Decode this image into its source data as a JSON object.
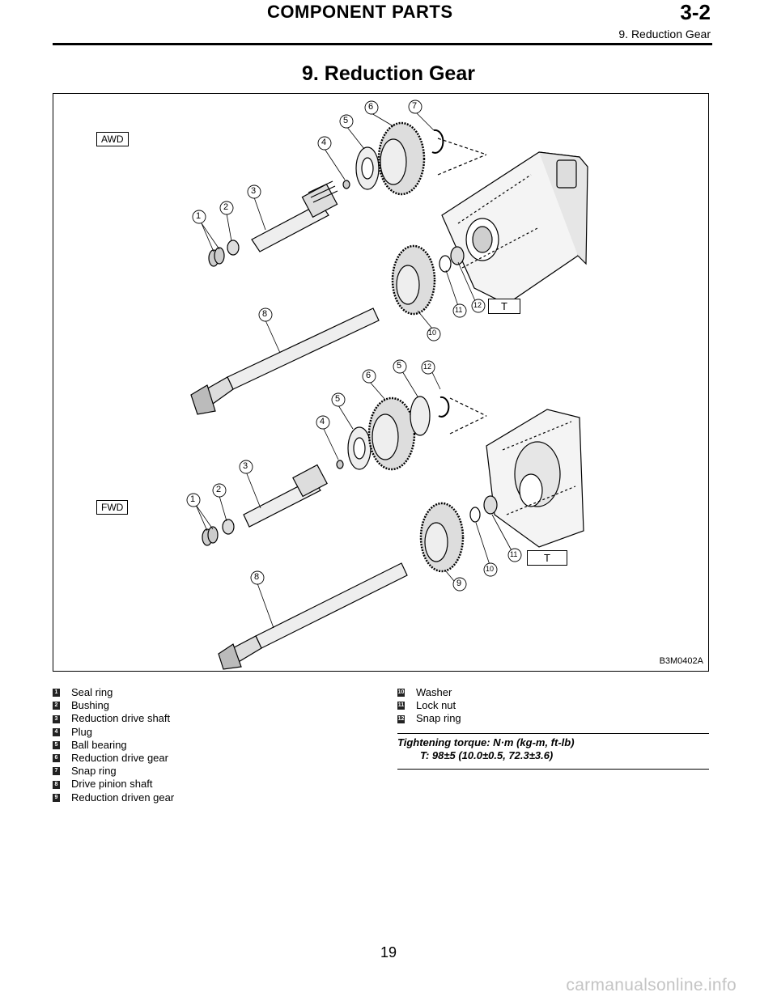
{
  "header": {
    "title": "COMPONENT PARTS",
    "section": "3-2",
    "subsection": "9. Reduction Gear"
  },
  "page_title": "9. Reduction Gear",
  "figure": {
    "code": "B3M0402A",
    "variant_labels": [
      "AWD",
      "FWD"
    ],
    "torque_marker": "T",
    "callouts": [
      "1",
      "2",
      "3",
      "4",
      "5",
      "6",
      "7",
      "8",
      "9",
      "10",
      "11",
      "12"
    ]
  },
  "legend": [
    {
      "num": "1",
      "label": "Seal ring"
    },
    {
      "num": "2",
      "label": "Bushing"
    },
    {
      "num": "3",
      "label": "Reduction drive shaft"
    },
    {
      "num": "4",
      "label": "Plug"
    },
    {
      "num": "5",
      "label": "Ball bearing"
    },
    {
      "num": "6",
      "label": "Reduction drive gear"
    },
    {
      "num": "7",
      "label": "Snap ring"
    },
    {
      "num": "8",
      "label": "Drive pinion shaft"
    },
    {
      "num": "9",
      "label": "Reduction driven gear"
    },
    {
      "num": "10",
      "label": "Washer"
    },
    {
      "num": "11",
      "label": "Lock nut"
    },
    {
      "num": "12",
      "label": "Snap ring"
    }
  ],
  "torque": {
    "heading": "Tightening torque: N·m (kg-m, ft-lb)",
    "value": "T: 98±5 (10.0±0.5, 72.3±3.6)"
  },
  "page_number": "19",
  "watermark": "carmanualsonline.info"
}
